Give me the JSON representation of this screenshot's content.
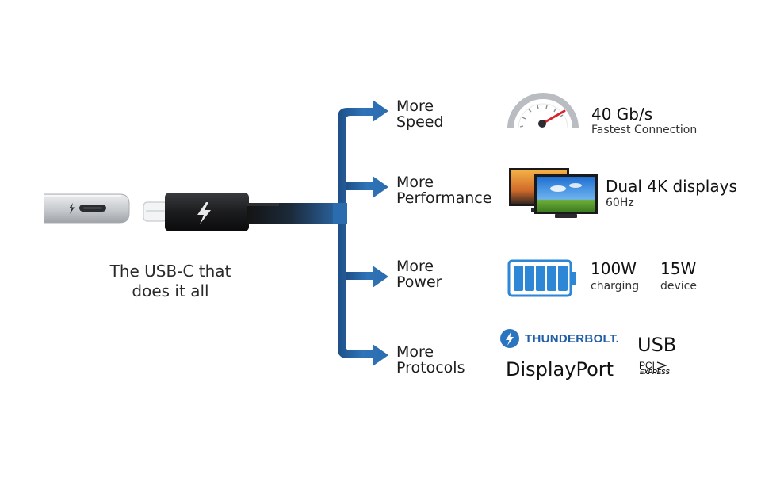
{
  "caption": {
    "line1": "The USB-C that",
    "line2": "does it all"
  },
  "branches": [
    {
      "line1": "More",
      "line2": "Speed"
    },
    {
      "line1": "More",
      "line2": "Performance"
    },
    {
      "line1": "More",
      "line2": "Power"
    },
    {
      "line1": "More",
      "line2": "Protocols"
    }
  ],
  "speed": {
    "value": "40 Gb/s",
    "subtitle": "Fastest Connection"
  },
  "performance": {
    "value": "Dual 4K displays",
    "subtitle": "60Hz"
  },
  "power": {
    "charging_value": "100W",
    "charging_label": "charging",
    "device_value": "15W",
    "device_label": "device"
  },
  "protocols": {
    "thunderbolt": "THUNDERBOLT.",
    "usb": "USB",
    "displayport": "DisplayPort",
    "pcie_line1": "PCI",
    "pcie_line2": "EXPRESS"
  },
  "colors": {
    "accent": "#2b6cae",
    "accent_dark": "#1e4f86",
    "battery": "#2e86d6"
  }
}
